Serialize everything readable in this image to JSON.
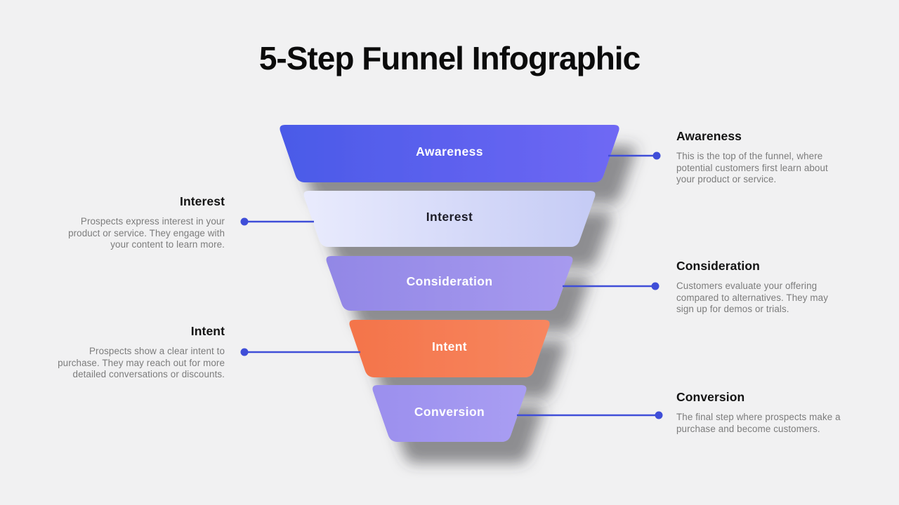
{
  "title": "5-Step Funnel Infographic",
  "colors": {
    "background": "#f1f1f2",
    "title_text": "#0b0b0b",
    "heading_text": "#131313",
    "body_text": "#7c7c7c",
    "connector": "#3f4ed8",
    "shadow": "#3b3b40"
  },
  "funnel": {
    "steps": [
      {
        "label": "Awareness",
        "color_start": "#4a5ae8",
        "color_end": "#6f68f4",
        "label_color": "#ffffff"
      },
      {
        "label": "Interest",
        "color_start": "#e9ebfd",
        "color_end": "#c5cbf5",
        "label_color": "#1c1c28"
      },
      {
        "label": "Consideration",
        "color_start": "#9287e6",
        "color_end": "#a79aef",
        "label_color": "#ffffff"
      },
      {
        "label": "Intent",
        "color_start": "#f4744a",
        "color_end": "#f7865f",
        "label_color": "#ffffff"
      },
      {
        "label": "Conversion",
        "color_start": "#9b8fee",
        "color_end": "#a99ef2",
        "label_color": "#ffffff"
      }
    ]
  },
  "annotations": [
    {
      "side": "right",
      "title": "Awareness",
      "body": "This is the top of the funnel, where potential customers first learn about your product or service."
    },
    {
      "side": "left",
      "title": "Interest",
      "body": "Prospects express interest in your product or service. They engage with your content to learn more."
    },
    {
      "side": "right",
      "title": "Consideration",
      "body": "Customers evaluate your offering compared to alternatives. They may sign up for demos or trials."
    },
    {
      "side": "left",
      "title": "Intent",
      "body": "Prospects show a clear intent to purchase. They may reach out for more detailed conversations or discounts."
    },
    {
      "side": "right",
      "title": "Conversion",
      "body": "The final step where prospects make a purchase and become customers."
    }
  ]
}
